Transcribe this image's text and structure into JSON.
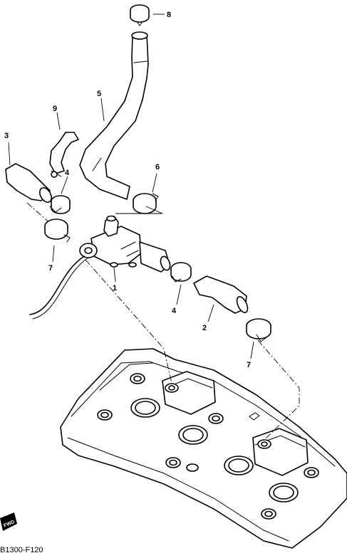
{
  "diagram": {
    "drawing_code": "B1300-F120",
    "fwd_mark": "FWD",
    "callouts": [
      {
        "id": "8",
        "label": "8"
      },
      {
        "id": "5",
        "label": "5"
      },
      {
        "id": "9",
        "label": "9"
      },
      {
        "id": "3",
        "label": "3"
      },
      {
        "id": "4a",
        "label": "4"
      },
      {
        "id": "6",
        "label": "6"
      },
      {
        "id": "7a",
        "label": "7"
      },
      {
        "id": "1",
        "label": "1"
      },
      {
        "id": "4b",
        "label": "4"
      },
      {
        "id": "2",
        "label": "2"
      },
      {
        "id": "7b",
        "label": "7"
      }
    ]
  }
}
